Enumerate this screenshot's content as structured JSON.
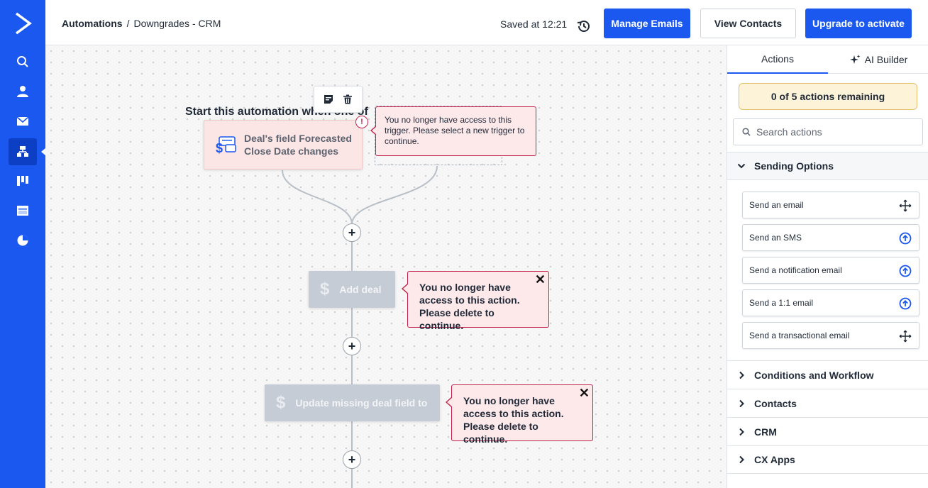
{
  "breadcrumb": {
    "root": "Automations",
    "separator": "/",
    "current": "Downgrades - CRM"
  },
  "header": {
    "saved_text": "Saved at 12:21",
    "manage_emails": "Manage Emails",
    "view_contacts": "View Contacts",
    "upgrade": "Upgrade to activate"
  },
  "canvas": {
    "start_title": "Start this automation when one of",
    "trigger_label": "Deal's field Forecasted Close Date changes",
    "trigger_alert_mark": "!",
    "trigger_tooltip": "You no longer have access to this trigger. Please select a new trigger to continue.",
    "plus_glyph": "+",
    "close_glyph": "✕",
    "dollar_glyph": "$",
    "actions": [
      {
        "label": "Add deal",
        "tooltip": "You no longer have access to this action. Please delete to continue."
      },
      {
        "label": "Update missing deal field to",
        "tooltip": "You no longer have access to this action. Please delete to continue."
      }
    ]
  },
  "panel": {
    "tabs": [
      "Actions",
      "AI Builder"
    ],
    "remaining": "0 of 5 actions remaining",
    "search_placeholder": "Search actions",
    "sections": [
      "Sending Options",
      "Conditions and Workflow",
      "Contacts",
      "CRM",
      "CX Apps"
    ],
    "sending_options": [
      {
        "label": "Send an email",
        "icon": "move-icon"
      },
      {
        "label": "Send an SMS",
        "icon": "upgrade-arrow-icon"
      },
      {
        "label": "Send a notification email",
        "icon": "upgrade-arrow-icon"
      },
      {
        "label": "Send a 1:1 email",
        "icon": "upgrade-arrow-icon"
      },
      {
        "label": "Send a transactional email",
        "icon": "move-icon"
      }
    ]
  },
  "colors": {
    "brand": "#1a58f0",
    "error": "#c1224c",
    "warning_bg": "#fdf3d9"
  }
}
